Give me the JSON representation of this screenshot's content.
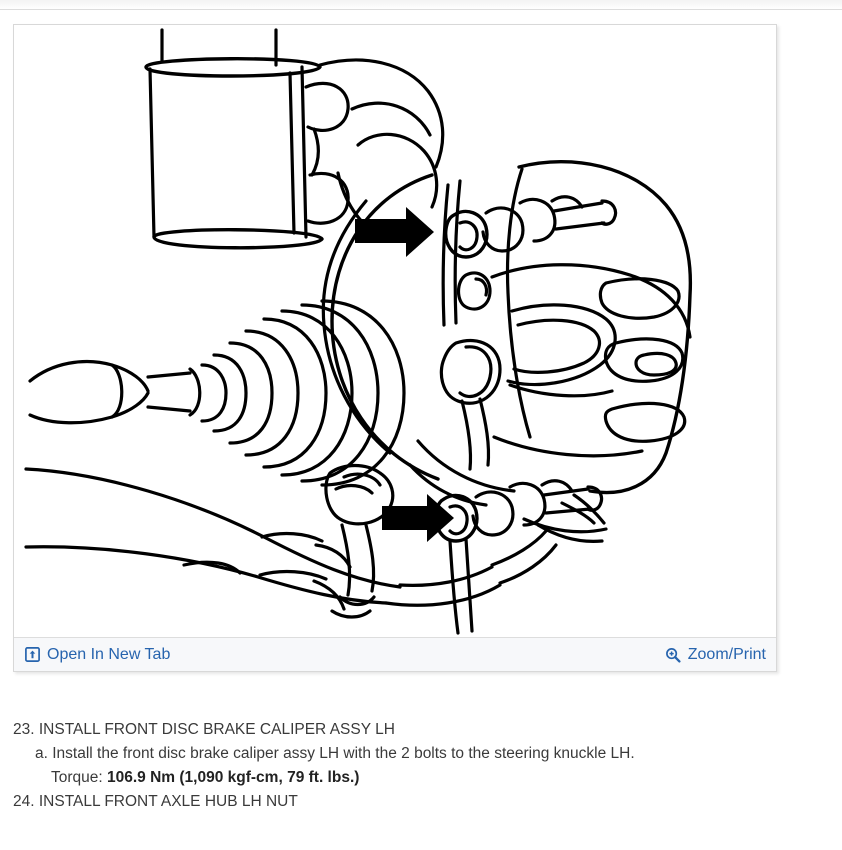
{
  "figure": {
    "alt_title": "Front disc brake caliper assembly LH installation diagram",
    "toolbar": {
      "open_new_tab_label": "Open In New Tab",
      "open_new_tab_icon": "open-in-new-tab-icon",
      "zoom_print_label": "Zoom/Print",
      "zoom_print_icon": "magnifier-plus-icon"
    },
    "link_color": "#2764ae",
    "panel_border_color": "#d8d8d8",
    "toolbar_background": "#f7f8fa"
  },
  "instructions": {
    "step_23": "23. INSTALL FRONT DISC BRAKE CALIPER ASSY LH",
    "substep_a": "a. Install the front disc brake caliper assy LH with the 2 bolts to the steering knuckle LH.",
    "torque_label": "Torque: ",
    "torque_value": "106.9 Nm (1,090 kgf-cm, 79 ft. lbs.)",
    "step_24": "24. INSTALL FRONT AXLE HUB LH NUT",
    "text_color": "#3a3a3a"
  }
}
